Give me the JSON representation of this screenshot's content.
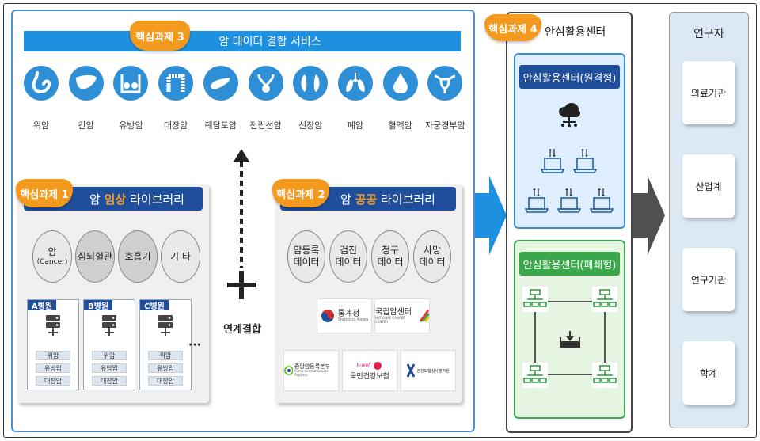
{
  "task3": {
    "badge": "핵심과제 3",
    "title": "암 데이터 결합 서비스"
  },
  "organs": [
    {
      "label": "위암",
      "icon": "stomach-icon"
    },
    {
      "label": "간암",
      "icon": "liver-icon"
    },
    {
      "label": "유방암",
      "icon": "breast-icon"
    },
    {
      "label": "대장암",
      "icon": "colon-icon"
    },
    {
      "label": "췌담도암",
      "icon": "pancreas-icon"
    },
    {
      "label": "전립선암",
      "icon": "prostate-icon"
    },
    {
      "label": "신장암",
      "icon": "kidney-icon"
    },
    {
      "label": "폐암",
      "icon": "lung-icon"
    },
    {
      "label": "혈액암",
      "icon": "blood-drop-icon"
    },
    {
      "label": "자궁경부암",
      "icon": "uterus-icon"
    }
  ],
  "task1": {
    "badge": "핵심과제 1",
    "title_pre": "암 ",
    "title_highlight": "임상",
    "title_post": " 라이브러리",
    "circles": [
      {
        "line1": "암",
        "line2": "(Cancer)"
      },
      {
        "line1": "심뇌혈관",
        "line2": ""
      },
      {
        "line1": "호흡기",
        "line2": ""
      },
      {
        "line1": "기 타",
        "line2": ""
      }
    ],
    "hospitals": [
      {
        "name": "A병원",
        "items": [
          "위암",
          "유방암",
          "대장암"
        ]
      },
      {
        "name": "B병원",
        "items": [
          "위암",
          "유방암",
          "대장암"
        ]
      },
      {
        "name": "C병원",
        "items": [
          "위암",
          "유방암",
          "대장암"
        ]
      }
    ],
    "ellipsis": "···"
  },
  "link": {
    "label": "연계결합"
  },
  "task2": {
    "badge": "핵심과제 2",
    "title_pre": "암 ",
    "title_highlight": "공공",
    "title_post": " 라이브러리",
    "circles": [
      {
        "line1": "암등록",
        "line2": "데이터"
      },
      {
        "line1": "검진",
        "line2": "데이터"
      },
      {
        "line1": "청구",
        "line2": "데이터"
      },
      {
        "line1": "사망",
        "line2": "데이터"
      }
    ],
    "logos": {
      "statistics": {
        "name": "통계청",
        "sub": "Statistics Korea"
      },
      "ncc": {
        "name": "국립암센터",
        "sub": "NATIONAL CANCER CENTER"
      },
      "kccr": {
        "name": "중앙암등록본부",
        "sub": "Korea Central Cancer Registry"
      },
      "nhis": {
        "name": "국민건강보험",
        "sub": "h-well"
      },
      "hira": {
        "name": "건강보험심사평가원",
        "sub": ""
      }
    }
  },
  "task4": {
    "badge": "핵심과제 4",
    "title": "안심활용센터",
    "remote": "안심활용센터(원격형)",
    "closed": "안심활용센터(폐쇄형)"
  },
  "researchers": {
    "title": "연구자",
    "items": [
      "의료기관",
      "산업계",
      "연구기관",
      "학계"
    ]
  },
  "colors": {
    "accent": "#2e8fd6",
    "badge": "#f39a1e",
    "navy": "#1f4e9d",
    "highlight": "#f39a1e"
  }
}
